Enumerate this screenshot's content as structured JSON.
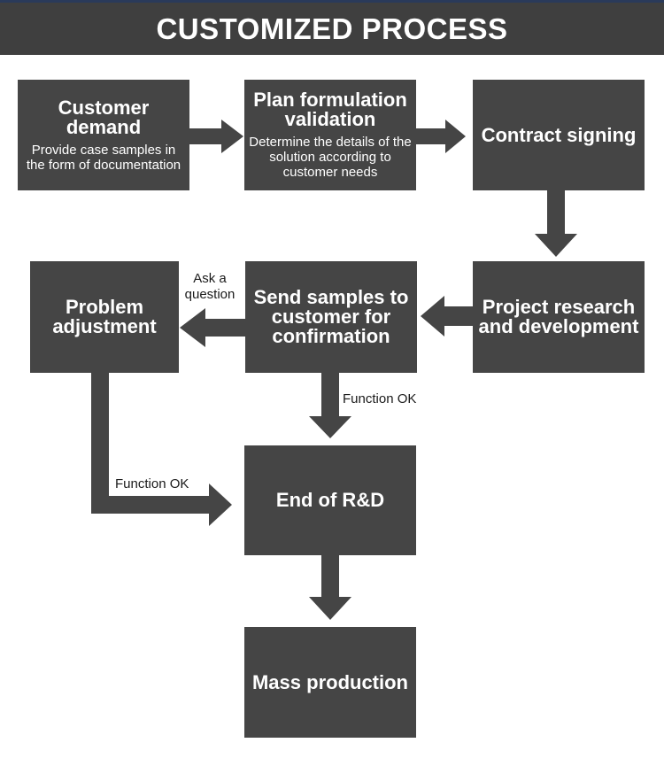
{
  "header": {
    "title": "CUSTOMIZED PROCESS"
  },
  "colors": {
    "box": "#454545",
    "arrow": "#454545",
    "header": "#3f3f3f"
  },
  "nodes": {
    "customer_demand": {
      "title": "Customer demand",
      "subtitle": "Provide case samples in the form of documentation"
    },
    "plan_formulation": {
      "title": "Plan formulation validation",
      "subtitle": "Determine the details of the solution according to customer needs"
    },
    "contract_signing": {
      "title": "Contract signing"
    },
    "project_research": {
      "title": "Project research and development"
    },
    "send_samples": {
      "title": "Send samples to customer for confirmation"
    },
    "problem_adjustment": {
      "title": "Problem adjustment"
    },
    "end_rd": {
      "title": "End of R&D"
    },
    "mass_production": {
      "title": "Mass production"
    }
  },
  "edge_labels": {
    "ask_question": "Ask a question",
    "function_ok_down": "Function OK",
    "function_ok_loop": "Function OK"
  }
}
